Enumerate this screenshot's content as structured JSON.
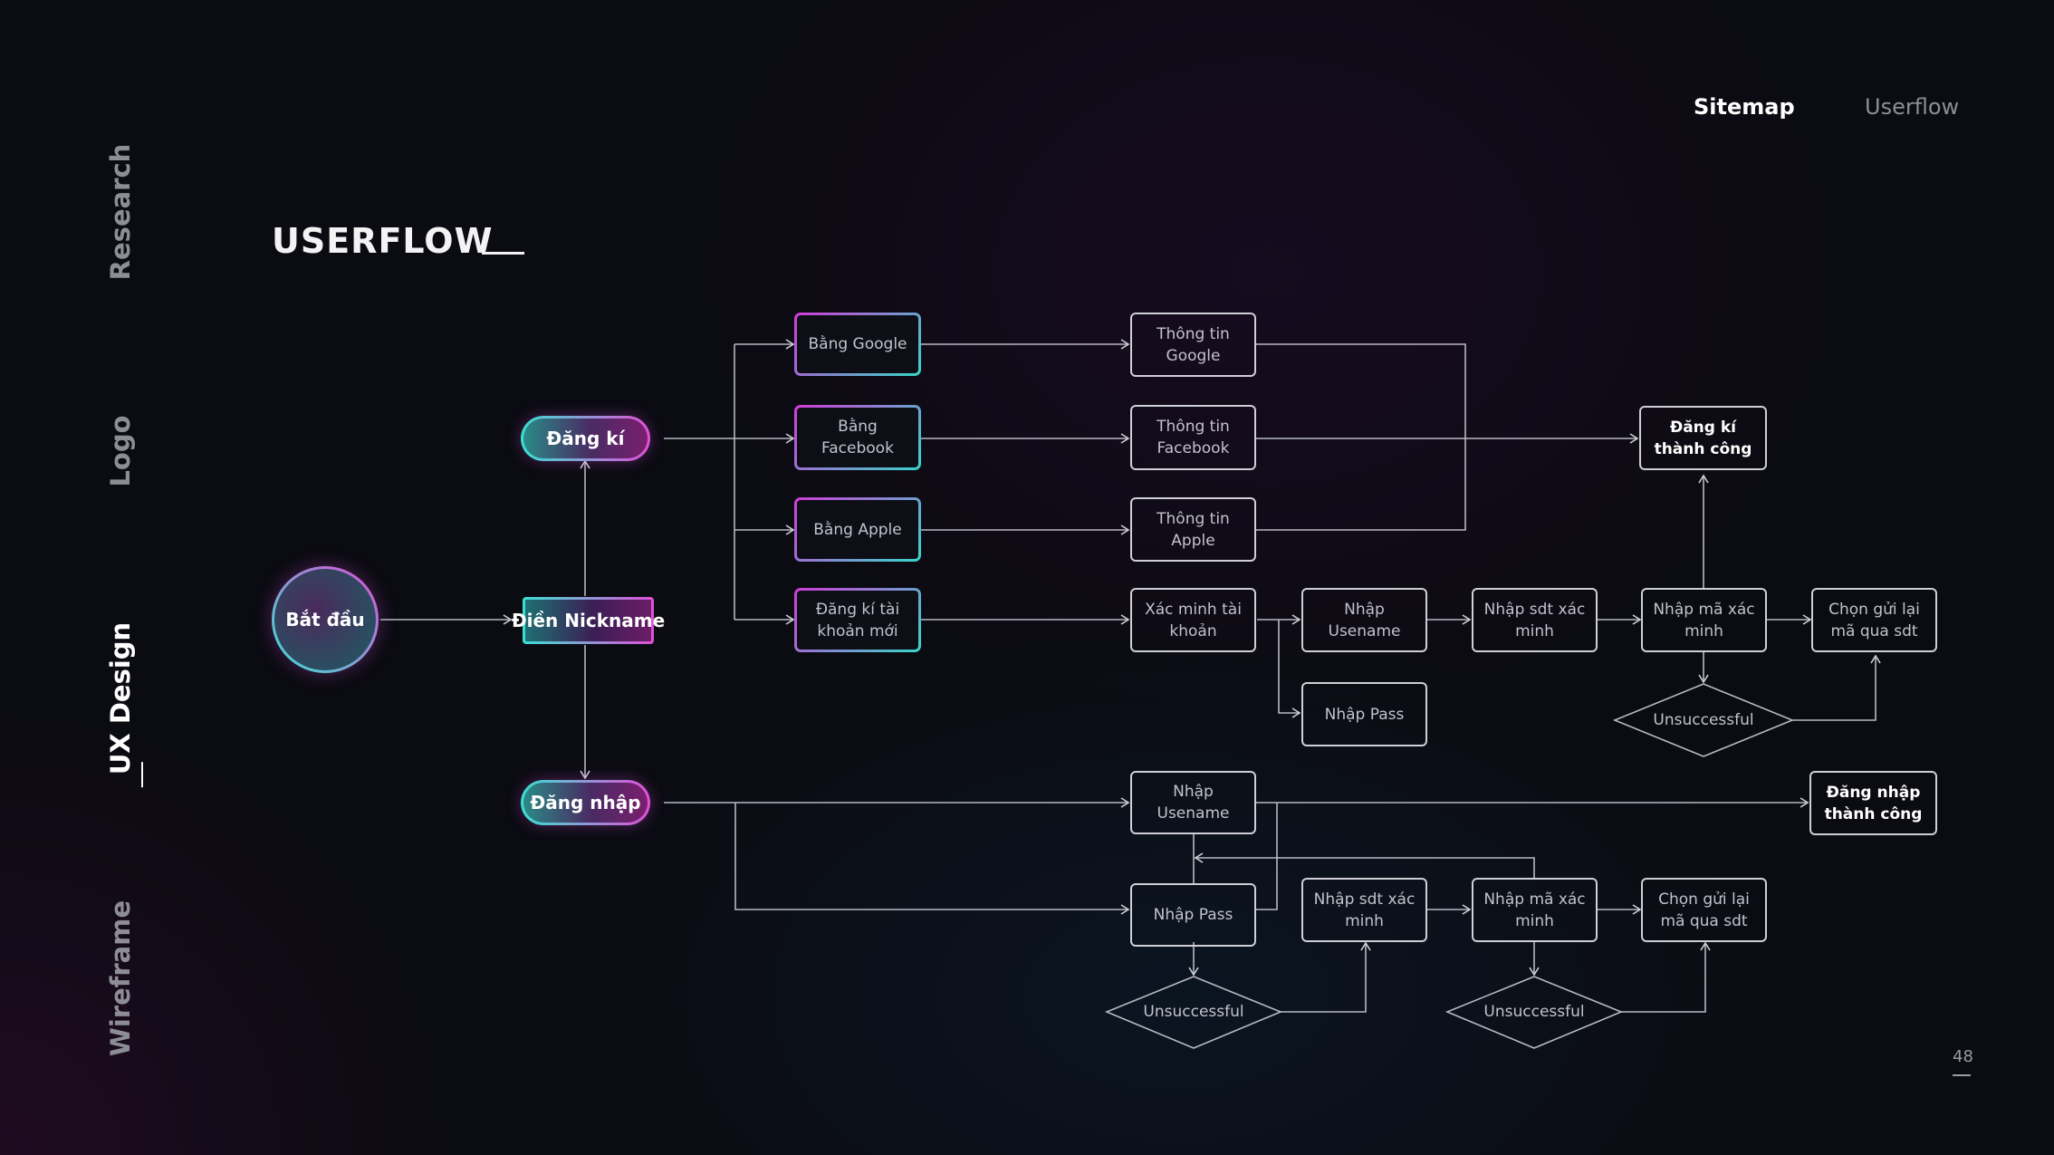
{
  "sidebar": {
    "items": [
      {
        "label": "Research"
      },
      {
        "label": "Logo"
      },
      {
        "label": "UX Design"
      },
      {
        "label": "Wireframe"
      }
    ]
  },
  "topnav": {
    "sitemap": "Sitemap",
    "userflow": "Userflow"
  },
  "title": "USERFLOW",
  "page_number": "48",
  "nodes": {
    "start": "Bắt đầu",
    "nickname": "Điền Nickname",
    "signup": "Đăng kí",
    "login": "Đăng nhập",
    "google": "Bằng Google",
    "facebook": "Bằng Facebook",
    "apple": "Bằng Apple",
    "new_account": "Đăng kí tài khoản mới",
    "info_google": "Thông tin Google",
    "info_facebook": "Thông tin Facebook",
    "info_apple": "Thông tin Apple",
    "verify_account": "Xác minh tài khoản",
    "enter_username": "Nhập Usename",
    "enter_pass": "Nhập Pass",
    "enter_phone": "Nhập sdt xác minh",
    "enter_code": "Nhập mã xác minh",
    "resend": "Chọn gửi lại mã qua sdt",
    "unsuccessful": "Unsuccessful",
    "signup_success": "Đăng kí thành công",
    "login_username": "Nhập Usename",
    "login_pass": "Nhập Pass",
    "login_phone": "Nhập sdt xác minh",
    "login_code": "Nhập mã xác minh",
    "login_resend": "Chọn gửi lại mã qua sdt",
    "login_unsuccessful_1": "Unsuccessful",
    "login_unsuccessful_2": "Unsuccessful",
    "login_success": "Đăng nhập thành công"
  }
}
